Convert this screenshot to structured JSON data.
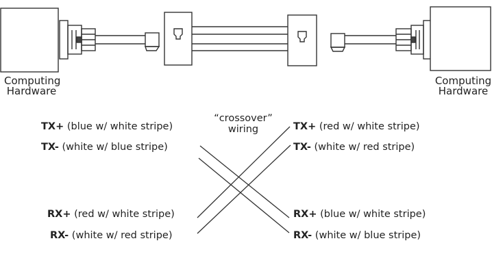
{
  "hardware_left": {
    "line1": "Computing",
    "line2": "Hardware"
  },
  "hardware_right": {
    "line1": "Computing",
    "line2": "Hardware"
  },
  "crossover_note": {
    "line1": "“crossover”",
    "line2": "wiring"
  },
  "left_pins": [
    {
      "pin": "TX+",
      "desc": "(blue w/ white stripe)"
    },
    {
      "pin": "TX-",
      "desc": "(white w/ blue stripe)"
    },
    {
      "pin": "RX+",
      "desc": "(red w/ white stripe)"
    },
    {
      "pin": "RX-",
      "desc": "(white w/ red stripe)"
    }
  ],
  "right_pins": [
    {
      "pin": "TX+",
      "desc": "(red w/ white stripe)"
    },
    {
      "pin": "TX-",
      "desc": "(white w/ red stripe)"
    },
    {
      "pin": "RX+",
      "desc": "(blue w/ white stripe)"
    },
    {
      "pin": "RX-",
      "desc": "(white w/ blue stripe)"
    }
  ]
}
